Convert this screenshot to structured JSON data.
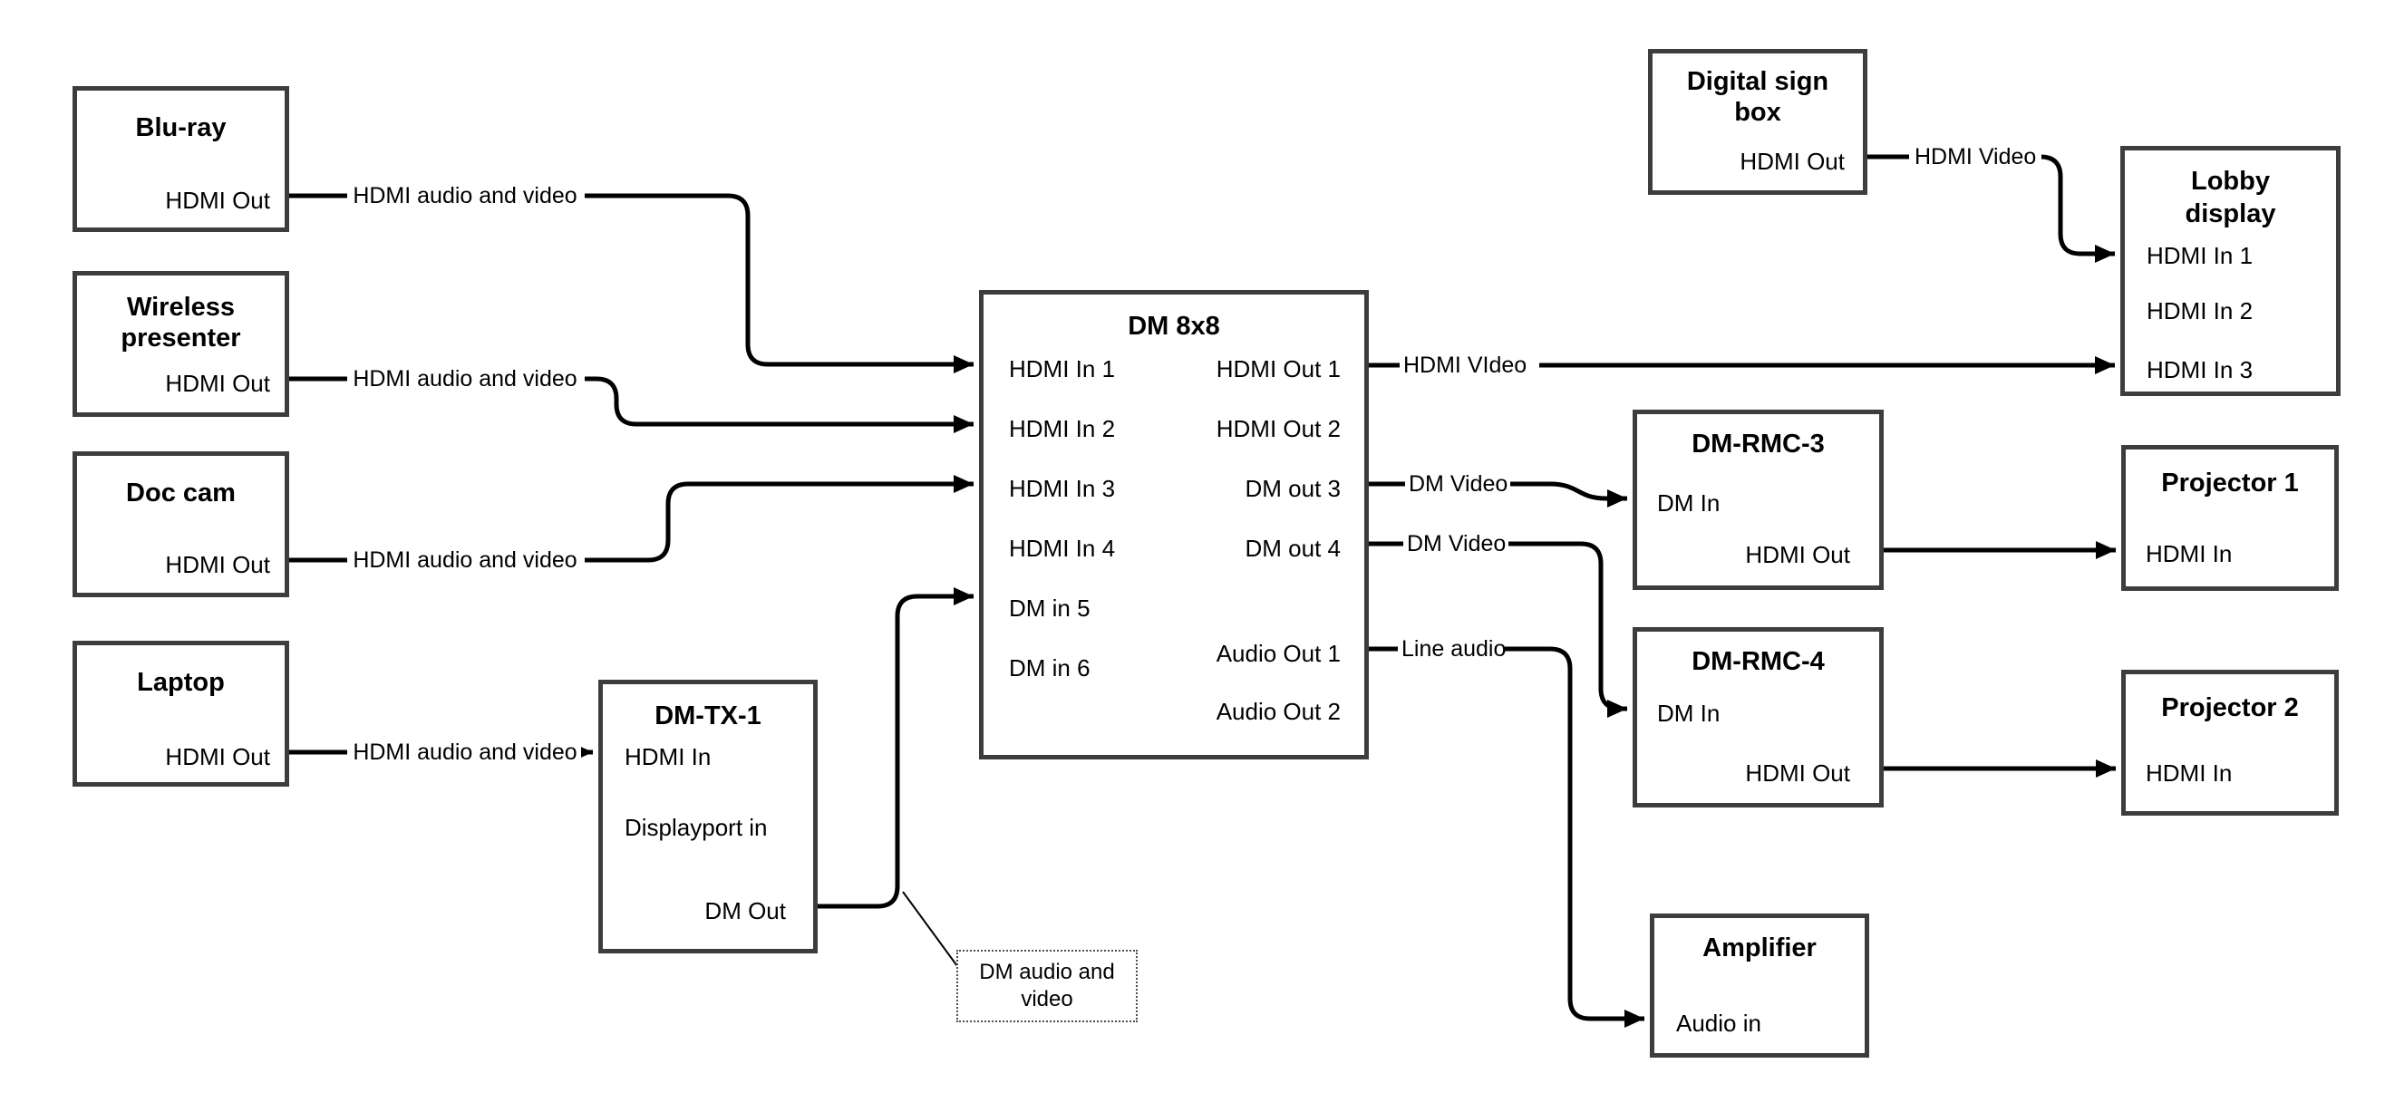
{
  "colors": {
    "background": "#ffffff",
    "wire": "#000000",
    "box_border": "#3d3d3d"
  },
  "boxes": {
    "bluray": {
      "title": "Blu-ray",
      "ports": {
        "hdmi_out": "HDMI Out"
      }
    },
    "wireless": {
      "title_line1": "Wireless",
      "title_line2": "presenter",
      "ports": {
        "hdmi_out": "HDMI Out"
      }
    },
    "doccam": {
      "title": "Doc cam",
      "ports": {
        "hdmi_out": "HDMI Out"
      }
    },
    "laptop": {
      "title": "Laptop",
      "ports": {
        "hdmi_out": "HDMI Out"
      }
    },
    "dmtx1": {
      "title": "DM-TX-1",
      "ports": {
        "hdmi_in": "HDMI In",
        "displayport_in": "Displayport in",
        "dm_out": "DM Out"
      }
    },
    "dm8x8": {
      "title": "DM 8x8",
      "ports": {
        "hdmi_in_1": "HDMI In 1",
        "hdmi_in_2": "HDMI In 2",
        "hdmi_in_3": "HDMI In 3",
        "hdmi_in_4": "HDMI In 4",
        "dm_in_5": "DM in 5",
        "dm_in_6": "DM in 6",
        "hdmi_out_1": "HDMI Out 1",
        "hdmi_out_2": "HDMI Out 2",
        "dm_out_3": "DM out 3",
        "dm_out_4": "DM out 4",
        "audio_out_1": "Audio Out 1",
        "audio_out_2": "Audio Out 2"
      }
    },
    "digital_sign": {
      "title_line1": "Digital sign",
      "title_line2": "box",
      "ports": {
        "hdmi_out": "HDMI Out"
      }
    },
    "lobby": {
      "title_line1": "Lobby",
      "title_line2": "display",
      "ports": {
        "hdmi_in_1": "HDMI In 1",
        "hdmi_in_2": "HDMI In 2",
        "hdmi_in_3": "HDMI In 3"
      }
    },
    "dmrmc3": {
      "title": "DM-RMC-3",
      "ports": {
        "dm_in": "DM In",
        "hdmi_out": "HDMI Out"
      }
    },
    "projector1": {
      "title": "Projector 1",
      "ports": {
        "hdmi_in": "HDMI In"
      }
    },
    "dmrmc4": {
      "title": "DM-RMC-4",
      "ports": {
        "dm_in": "DM In",
        "hdmi_out": "HDMI Out"
      }
    },
    "projector2": {
      "title": "Projector 2",
      "ports": {
        "hdmi_in": "HDMI In"
      }
    },
    "amplifier": {
      "title": "Amplifier",
      "ports": {
        "audio_in": "Audio in"
      }
    }
  },
  "wire_labels": {
    "bluray_wire": "HDMI audio and video",
    "wireless_wire": "HDMI audio and video",
    "doccam_wire": "HDMI audio and video",
    "laptop_wire": "HDMI audio and video",
    "hdmi_out1_wire": "HDMI VIdeo",
    "digital_sign_wire": "HDMI Video",
    "dm_out3_wire": "DM Video",
    "dm_out4_wire": "DM Video",
    "audio_out1_wire": "Line audio"
  },
  "note": {
    "line1": "DM audio and",
    "line2": "video"
  },
  "connections": [
    {
      "from": "Blu-ray HDMI Out",
      "to": "DM 8x8 HDMI In 1",
      "label": "HDMI audio and video"
    },
    {
      "from": "Wireless presenter HDMI Out",
      "to": "DM 8x8 HDMI In 2",
      "label": "HDMI audio and video"
    },
    {
      "from": "Doc cam HDMI Out",
      "to": "DM 8x8 HDMI In 3",
      "label": "HDMI audio and video"
    },
    {
      "from": "Laptop HDMI Out",
      "to": "DM-TX-1 HDMI In",
      "label": "HDMI audio and video"
    },
    {
      "from": "DM-TX-1 DM Out",
      "to": "DM 8x8 DM in 5",
      "label": "DM audio and video"
    },
    {
      "from": "DM 8x8 HDMI Out 1",
      "to": "Lobby display HDMI In 3",
      "label": "HDMI VIdeo"
    },
    {
      "from": "Digital sign box HDMI Out",
      "to": "Lobby display HDMI In 1",
      "label": "HDMI Video"
    },
    {
      "from": "DM 8x8 DM out 3",
      "to": "DM-RMC-3 DM In",
      "label": "DM Video"
    },
    {
      "from": "DM 8x8 DM out 4",
      "to": "DM-RMC-4 DM In",
      "label": "DM Video"
    },
    {
      "from": "DM 8x8 Audio Out 1",
      "to": "Amplifier Audio in",
      "label": "Line audio"
    },
    {
      "from": "DM-RMC-3 HDMI Out",
      "to": "Projector 1 HDMI In",
      "label": ""
    },
    {
      "from": "DM-RMC-4 HDMI Out",
      "to": "Projector 2 HDMI In",
      "label": ""
    }
  ]
}
